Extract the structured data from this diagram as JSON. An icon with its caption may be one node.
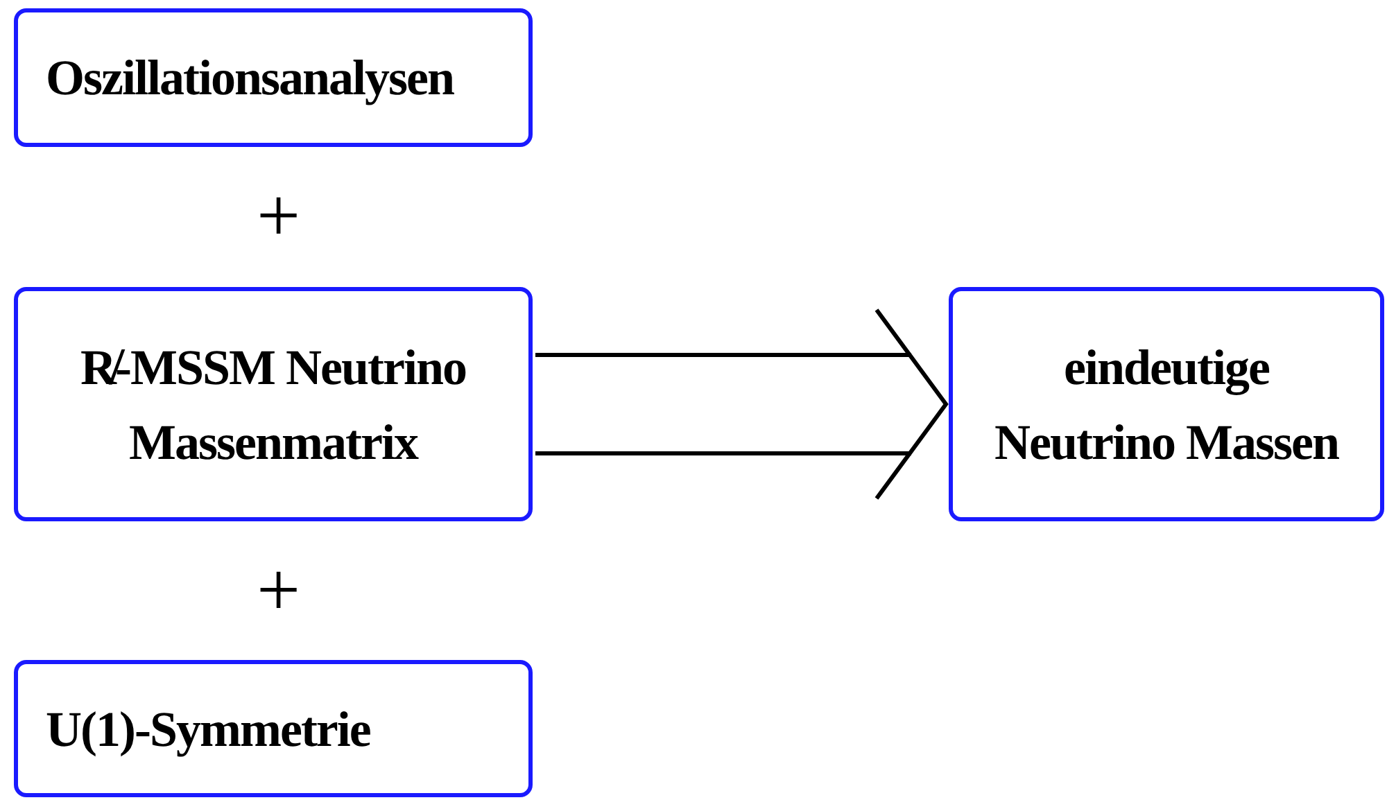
{
  "diagram": {
    "nodes": [
      {
        "text": [
          "Oszillationsanalysen"
        ]
      },
      {
        "text": [
          "R̸-MSSM Neutrino Massenmatrix"
        ]
      },
      {
        "text": [
          "U(1)-Symmetrie"
        ]
      },
      {
        "text": [
          "eindeutige Neutrino Massen"
        ]
      }
    ],
    "edges": [
      {
        "from": 1,
        "to": 3,
        "arrow": "to"
      }
    ],
    "labels": [
      "+",
      "+"
    ]
  }
}
